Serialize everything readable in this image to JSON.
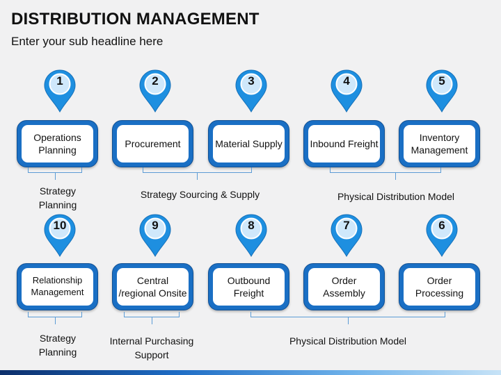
{
  "title": "DISTRIBUTION MANAGEMENT",
  "subtitle": "Enter your sub headline here",
  "row1": {
    "steps": [
      {
        "num": "1",
        "label": "Operations Planning"
      },
      {
        "num": "2",
        "label": "Procurement"
      },
      {
        "num": "3",
        "label": "Material Supply"
      },
      {
        "num": "4",
        "label": "Inbound Freight"
      },
      {
        "num": "5",
        "label": "Inventory Management"
      }
    ],
    "groups": [
      "Strategy Planning",
      "Strategy Sourcing & Supply",
      "Physical Distribution Model"
    ]
  },
  "row2": {
    "steps": [
      {
        "num": "10",
        "label": "Relationship Management"
      },
      {
        "num": "9",
        "label": "Central /regional Onsite"
      },
      {
        "num": "8",
        "label": "Outbound Freight"
      },
      {
        "num": "7",
        "label": "Order Assembly"
      },
      {
        "num": "6",
        "label": "Order Processing"
      }
    ],
    "groups": [
      "Strategy Planning",
      "Internal Purchasing Support",
      "Physical Distribution Model"
    ]
  },
  "colors": {
    "card_blue": "#1a6fc4",
    "pin_outer": "#1e8fe0",
    "pin_inner": "#cfe8fb",
    "bracket": "#5b9bd5"
  }
}
